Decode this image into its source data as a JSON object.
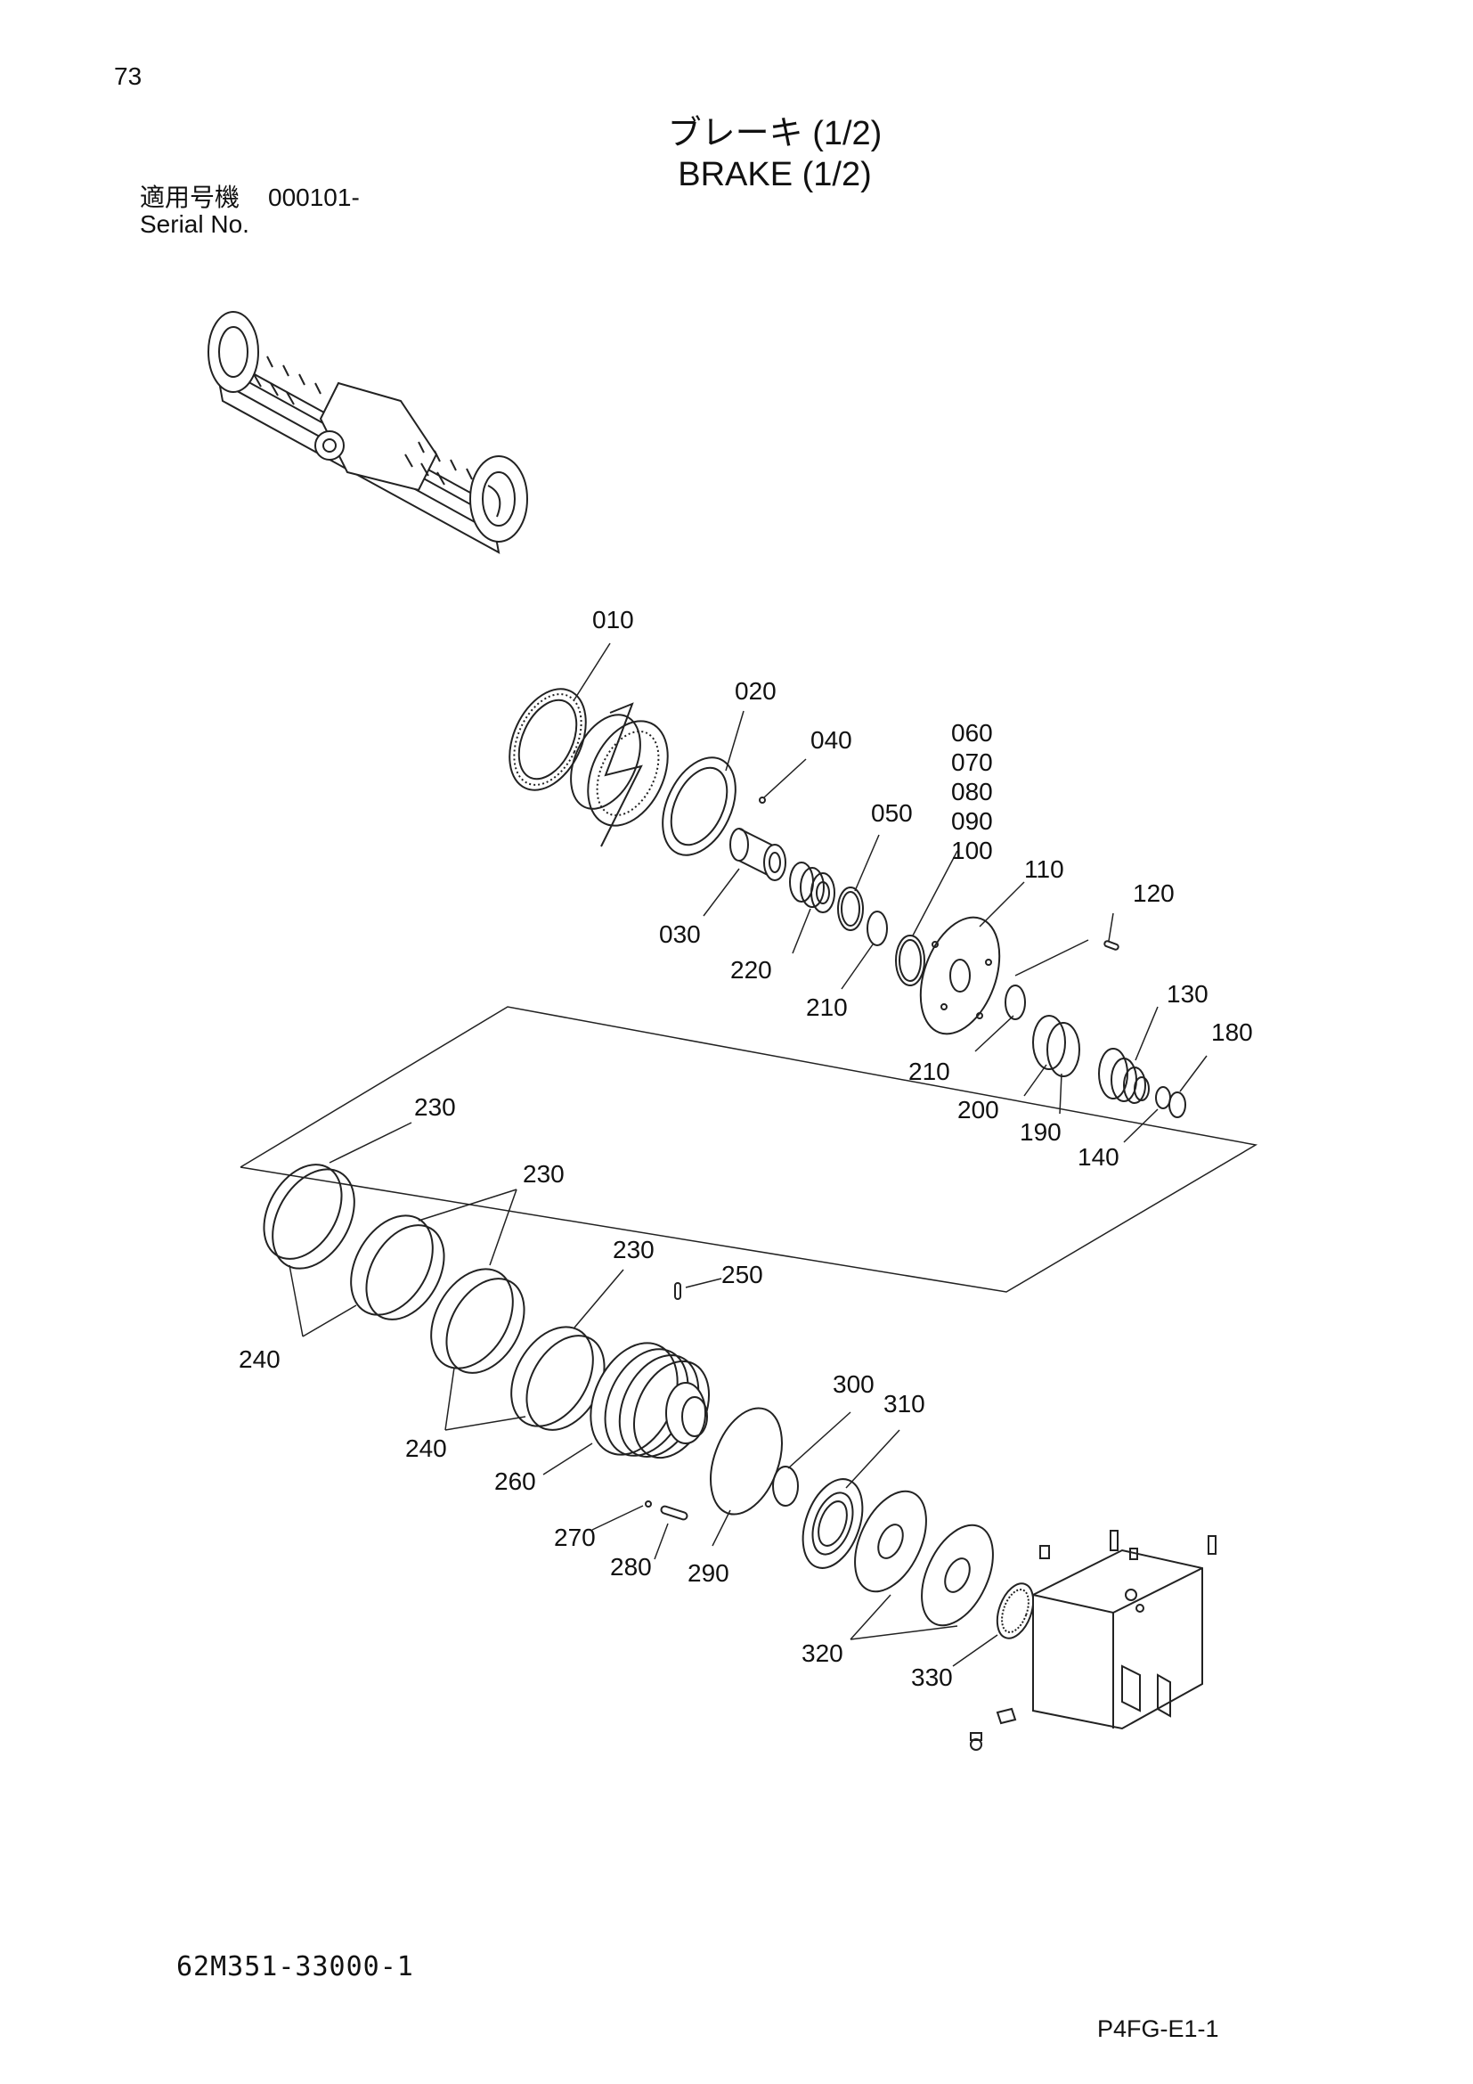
{
  "page_number": "73",
  "title_jp": "ブレーキ (1/2)",
  "title_en": "BRAKE (1/2)",
  "serial_label_jp": "適用号機",
  "serial_value": "000101-",
  "serial_label_en": "Serial No.",
  "drawing_number": "62M351-33000-1",
  "page_code": "P4FG-E1-1",
  "callouts": [
    {
      "id": "c010",
      "label": "010"
    },
    {
      "id": "c020",
      "label": "020"
    },
    {
      "id": "c040",
      "label": "040"
    },
    {
      "id": "c060",
      "label": "060"
    },
    {
      "id": "c070",
      "label": "070"
    },
    {
      "id": "c080",
      "label": "080"
    },
    {
      "id": "c090",
      "label": "090"
    },
    {
      "id": "c100",
      "label": "100"
    },
    {
      "id": "c050",
      "label": "050"
    },
    {
      "id": "c110",
      "label": "110"
    },
    {
      "id": "c120",
      "label": "120"
    },
    {
      "id": "c030",
      "label": "030"
    },
    {
      "id": "c220",
      "label": "220"
    },
    {
      "id": "c210a",
      "label": "210"
    },
    {
      "id": "c130",
      "label": "130"
    },
    {
      "id": "c180",
      "label": "180"
    },
    {
      "id": "c210b",
      "label": "210"
    },
    {
      "id": "c200",
      "label": "200"
    },
    {
      "id": "c190",
      "label": "190"
    },
    {
      "id": "c140",
      "label": "140"
    },
    {
      "id": "c230a",
      "label": "230"
    },
    {
      "id": "c230b",
      "label": "230"
    },
    {
      "id": "c230c",
      "label": "230"
    },
    {
      "id": "c250",
      "label": "250"
    },
    {
      "id": "c240a",
      "label": "240"
    },
    {
      "id": "c240b",
      "label": "240"
    },
    {
      "id": "c300",
      "label": "300"
    },
    {
      "id": "c310",
      "label": "310"
    },
    {
      "id": "c260",
      "label": "260"
    },
    {
      "id": "c270",
      "label": "270"
    },
    {
      "id": "c280",
      "label": "280"
    },
    {
      "id": "c290",
      "label": "290"
    },
    {
      "id": "c320",
      "label": "320"
    },
    {
      "id": "c330",
      "label": "330"
    }
  ]
}
